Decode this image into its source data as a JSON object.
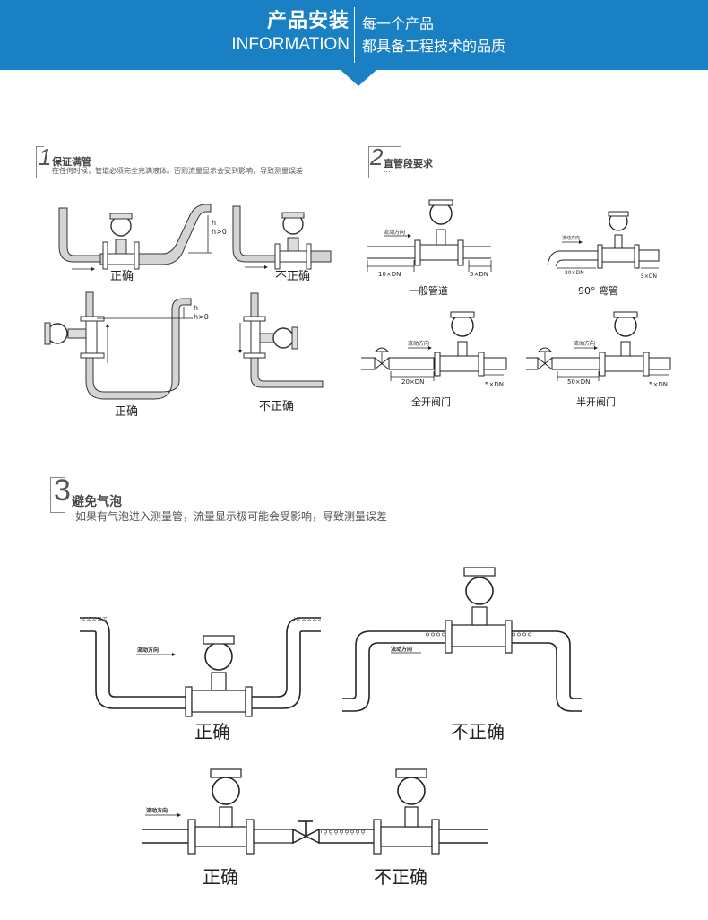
{
  "banner": {
    "title": "产品安装",
    "subtitle": "INFORMATION",
    "tagline_line1": "每一个产品",
    "tagline_line2": "都具备工程技术的品质",
    "color": "#1a80c4"
  },
  "section1": {
    "number": "1",
    "title": "保证满管",
    "description": "在任何时候，管道必须完全充满液体。否则流量显示会受到影响，导致测量误差",
    "diagrams": [
      {
        "label": "正确",
        "annotation": [
          "h",
          "h>0"
        ]
      },
      {
        "label": "不正确"
      },
      {
        "label": "正确",
        "annotation": [
          "h",
          "h>0"
        ]
      },
      {
        "label": "不正确"
      }
    ]
  },
  "section2": {
    "number": "2",
    "title": "直管段要求",
    "ellipsis": "...",
    "flow_label": "流动方向",
    "diagrams": [
      {
        "label": "一般管道",
        "upstream": "10×DN",
        "downstream": "5×DN"
      },
      {
        "label": "90° 弯管",
        "upstream": "20×DN",
        "downstream": "5×DN"
      },
      {
        "label": "全开阀门",
        "upstream": "20×DN",
        "downstream": "5×DN"
      },
      {
        "label": "半开阀门",
        "upstream": "50×DN",
        "downstream": "5×DN"
      }
    ]
  },
  "section3": {
    "number": "3",
    "title": "避免气泡",
    "description": "如果有气泡进入测量管，流量显示极可能会受影响，导致测量误差",
    "flow_label": "流动方向",
    "diagrams": [
      {
        "label": "正确"
      },
      {
        "label": "不正确"
      },
      {
        "label": "正确"
      },
      {
        "label": "不正确"
      }
    ]
  }
}
